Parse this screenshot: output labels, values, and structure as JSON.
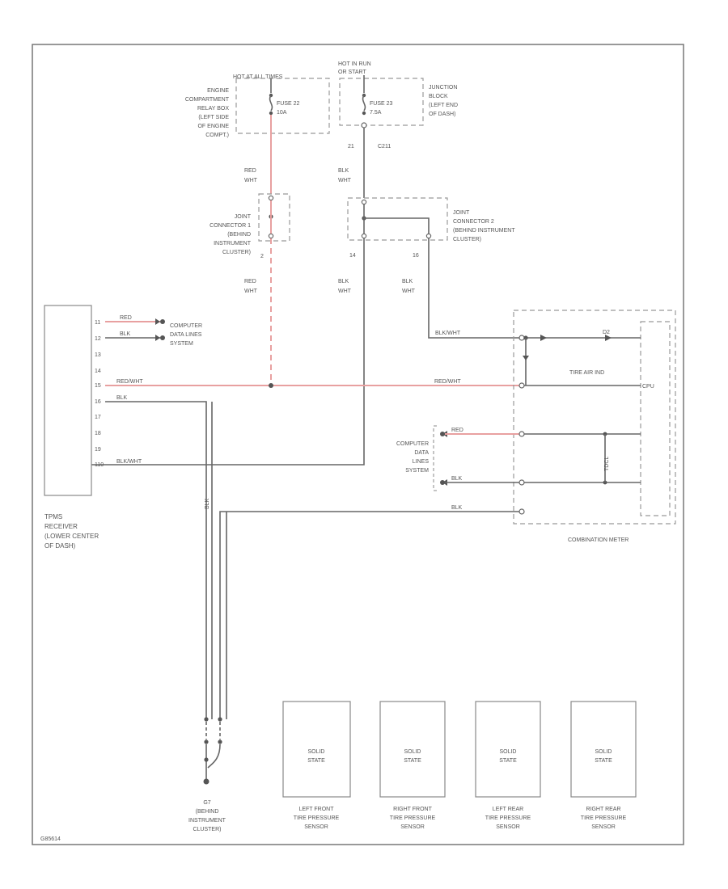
{
  "labels": {
    "hot_at_all_times": "HOT AT ALL TIMES",
    "hot_in_run": "HOT IN RUN",
    "start_run": "OR START",
    "engine_relay_box": [
      "ENGINE",
      "COMPARTMENT",
      "RELAY BOX",
      "(LEFT SIDE",
      "OF ENGINE",
      "COMPT.)"
    ],
    "fuse_22": [
      "FUSE 22",
      "10A"
    ],
    "fuse_23": [
      "FUSE 23",
      "7.5A"
    ],
    "junction_block": [
      "JUNCTION",
      "BLOCK",
      "(LEFT END",
      "OF DASH)"
    ],
    "pin_21": "21",
    "c211": "C211",
    "joint_connector_1": [
      "JOINT",
      "CONNECTOR 1",
      "(BEHIND",
      "INSTRUMENT",
      "CLUSTER)"
    ],
    "joint_connector_2": [
      "JOINT",
      "CONNECTOR 2",
      "(BEHIND INSTRUMENT",
      "CLUSTER)"
    ],
    "red_wht": [
      "RED",
      "WHT"
    ],
    "blk_wht": [
      "BLK",
      "WHT"
    ],
    "pin_2": "2",
    "pin_14": "14",
    "pin_16": "16",
    "computer_data_lines": [
      "COMPUTER",
      "DATA LINES",
      "SYSTEM"
    ],
    "computer_data_lines_2": [
      "COMPUTER",
      "DATA",
      "LINES",
      "SYSTEM"
    ],
    "tpms_receiver": [
      "TPMS",
      "RECEIVER",
      "(LOWER CENTER",
      "OF DASH)"
    ],
    "receiver_wires": [
      "RED",
      "BLK",
      "",
      "",
      "RED/WHT",
      "BLK",
      "",
      "",
      "",
      "BLK/WHT"
    ],
    "receiver_pins": [
      "11",
      "12",
      "13",
      "14",
      "15",
      "16",
      "17",
      "18",
      "19",
      "110"
    ],
    "blk": "BLK",
    "blk_wht_wire": "BLK/WHT",
    "red_wht_wire": "RED/WHT",
    "red_wire": "RED",
    "tire_air_ind": "TIRE AIR IND",
    "combination_meter": "COMBINATION METER",
    "cpu": "CPU",
    "tdcl": "TDCL",
    "d2": "D2",
    "ground": [
      "G7",
      "(BEHIND",
      "INSTRUMENT",
      "CLUSTER)"
    ],
    "sensor_type": [
      "SOLID",
      "STATE"
    ],
    "sensors": [
      [
        "LEFT FRONT",
        "TIRE PRESSURE",
        "SENSOR"
      ],
      [
        "RIGHT FRONT",
        "TIRE PRESSURE",
        "SENSOR"
      ],
      [
        "LEFT REAR",
        "TIRE PRESSURE",
        "SENSOR"
      ],
      [
        "RIGHT REAR",
        "TIRE PRESSURE",
        "SENSOR"
      ]
    ],
    "diagram_code": "G85614"
  },
  "colors": {
    "red_wire": "#e8a0a0",
    "black_wire": "#666666",
    "frame": "#777777"
  }
}
